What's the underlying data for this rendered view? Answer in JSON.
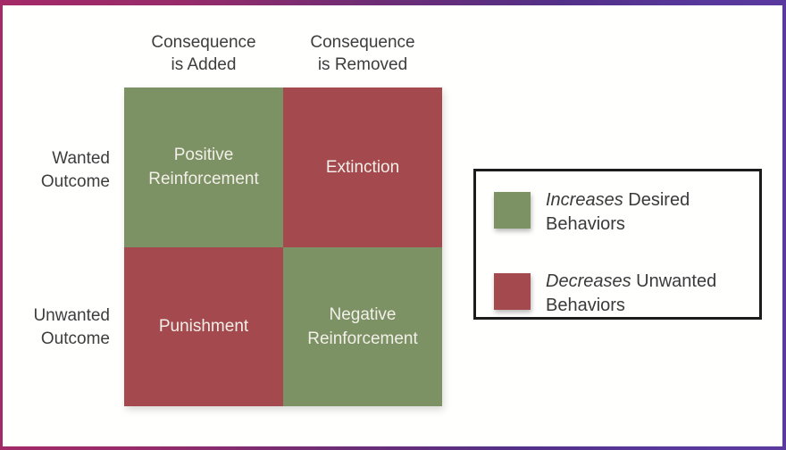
{
  "colors": {
    "green": "#7c9164",
    "red": "#a4494e",
    "frame_left": "#a52a68",
    "frame_right": "#5b3a9f",
    "cell_text": "#f2efe8",
    "label_text": "#3d3d3f",
    "legend_border": "#1c1c1c",
    "background": "#fffffe"
  },
  "matrix": {
    "column_headers": [
      "Consequence\nis Added",
      "Consequence\nis Removed"
    ],
    "row_headers": [
      "Wanted\nOutcome",
      "Unwanted\nOutcome"
    ],
    "quadrants": [
      {
        "label": "Positive\nReinforcement",
        "color": "#7c9164"
      },
      {
        "label": "Extinction",
        "color": "#a4494e"
      },
      {
        "label": "Punishment",
        "color": "#a4494e"
      },
      {
        "label": "Negative\nReinforcement",
        "color": "#7c9164"
      }
    ]
  },
  "legend": {
    "items": [
      {
        "emphasis": "Increases",
        "rest": "Desired Behaviors",
        "swatch_color": "#7c9164"
      },
      {
        "emphasis": "Decreases",
        "rest": "Unwanted Behaviors",
        "swatch_color": "#a4494e"
      }
    ]
  }
}
